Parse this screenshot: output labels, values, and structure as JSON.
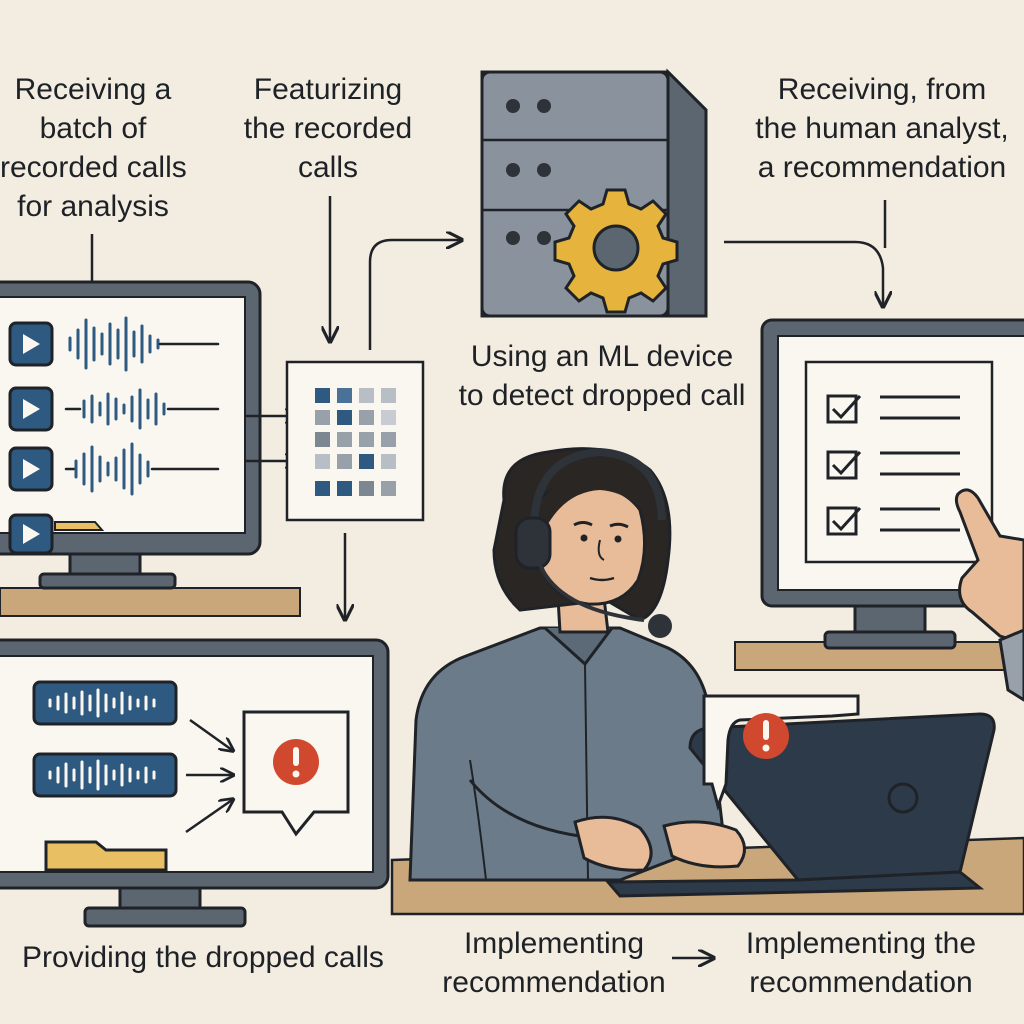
{
  "steps": {
    "receive_batch": {
      "lines": [
        "Receiving a",
        "batch of",
        "recorded calls",
        "for analysis"
      ]
    },
    "featurize": {
      "lines": [
        "Featurizing",
        "the recorded",
        "calls"
      ]
    },
    "ml_detect": {
      "lines": [
        "Using an ML device",
        "to detect dropped call"
      ]
    },
    "analyst_rec": {
      "lines": [
        "Receiving, from",
        "the human analyst,",
        "a recommendation"
      ]
    },
    "provide_dropped": {
      "lines": [
        "Providing the dropped calls"
      ]
    },
    "implement_rec": {
      "lines": [
        "Implementing",
        "recommendation"
      ]
    },
    "implement_the_rec": {
      "lines": [
        "Implementing the",
        "recommendation"
      ]
    }
  },
  "icons": [
    "play-icon",
    "waveform-icon",
    "folder-icon",
    "gear-icon",
    "server-icon",
    "alert-icon",
    "checkbox-icon",
    "headset-icon",
    "laptop-icon",
    "pointing-hand-icon",
    "feature-matrix-icon"
  ],
  "colors": {
    "background": "#f3ece0",
    "navy": "#2e5a82",
    "monitor_frame": "#5c6670",
    "screen": "#faf7f0",
    "gear": "#e6b43c",
    "alert": "#d0492f",
    "desk": "#c9a77a",
    "shirt": "#6c7b8a",
    "hair": "#2a2624",
    "skin": "#e8bc98",
    "folder": "#e8c063"
  }
}
